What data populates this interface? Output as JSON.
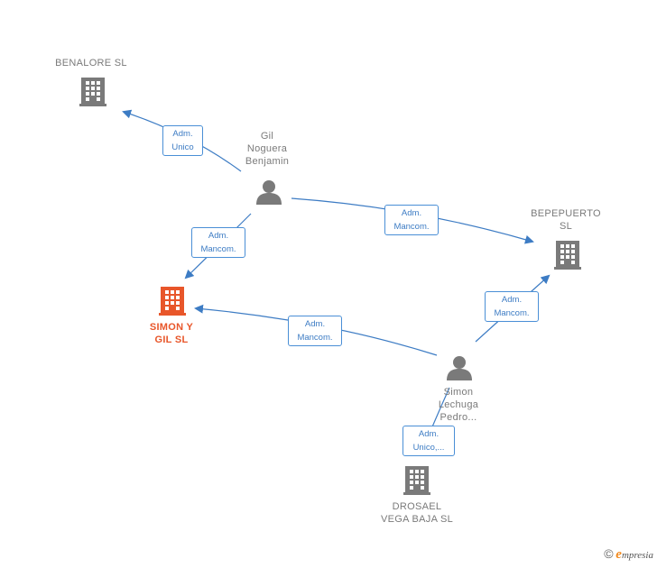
{
  "colors": {
    "edge": "#3d7cc4",
    "node": "#7a7a7a",
    "focus": "#e8562a"
  },
  "nodes": {
    "benalore": {
      "label": "BENALORE  SL",
      "icon": "building-icon"
    },
    "gil": {
      "label": "Gil\nNoguera\nBenjamin",
      "icon": "person-icon"
    },
    "bepepuerto": {
      "label": "BEPEPUERTO\nSL",
      "icon": "building-icon"
    },
    "simon_gil": {
      "label": "SIMON Y\nGIL  SL",
      "icon": "building-icon"
    },
    "simon": {
      "label": "Simon\nLechuga\nPedro...",
      "icon": "person-icon"
    },
    "drosael": {
      "label": "DROSAEL\nVEGA BAJA  SL",
      "icon": "building-icon"
    }
  },
  "edges": {
    "gil_benalore": "Adm.\nUnico",
    "gil_bepepuerto": "Adm.\nMancom.",
    "gil_simongil": "Adm.\nMancom.",
    "simon_simongil": "Adm.\nMancom.",
    "simon_bepepuerto": "Adm.\nMancom.",
    "simon_drosael": "Adm.\nUnico,..."
  },
  "brand": {
    "copyright": "©",
    "e": "e",
    "name": "mpresia"
  }
}
